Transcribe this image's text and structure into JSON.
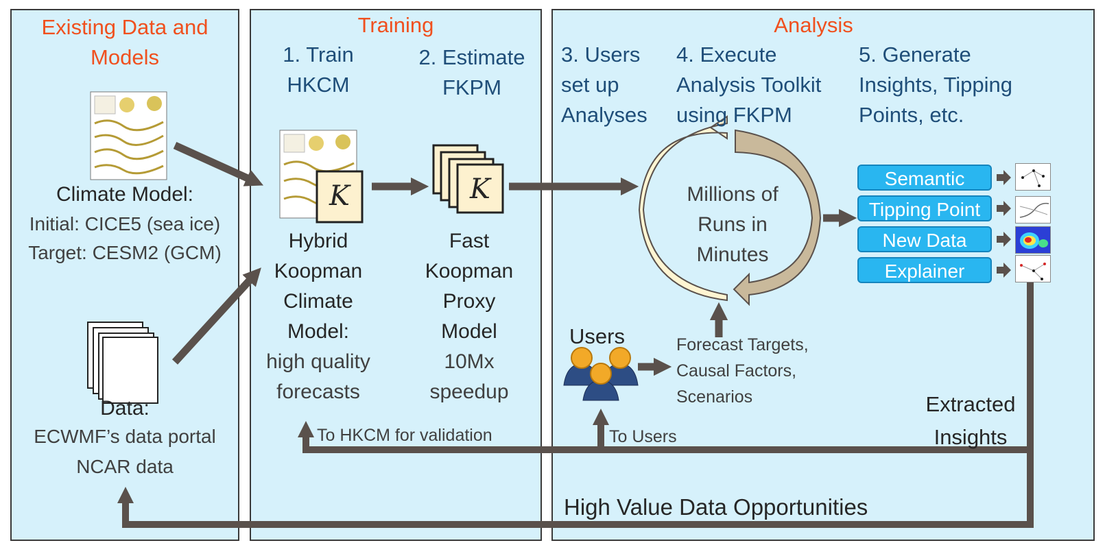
{
  "panels": {
    "existing": {
      "title": "Existing Data and Models",
      "climate_model_label": "Climate Model:",
      "climate_initial": "Initial: CICE5 (sea ice)",
      "climate_target": "Target: CESM2 (GCM)",
      "data_label": "Data:",
      "data_line1": "ECWMF’s data portal",
      "data_line2": "NCAR data"
    },
    "training": {
      "title": "Training",
      "step1": "1. Train HKCM",
      "step2": "2. Estimate FKPM",
      "k_symbol": "K",
      "hkcm_name": "Hybrid Koopman Climate Model:",
      "hkcm_desc": "high quality forecasts",
      "fkpm_name": "Fast Koopman Proxy Model",
      "fkpm_desc": "10Mx speedup",
      "validation_label": "To HKCM for validation"
    },
    "analysis": {
      "title": "Analysis",
      "step3": "3. Users set up Analyses",
      "step4": "4. Execute Analysis Toolkit using FKPM",
      "step5": "5. Generate Insights, Tipping Points, etc.",
      "cycle_text": "Millions of Runs in Minutes",
      "users_label": "Users",
      "inputs": "Forecast Targets, Causal Factors, Scenarios",
      "outputs": [
        "Semantic",
        "Tipping Point",
        "New Data",
        "Explainer"
      ],
      "extracted_insights": "Extracted Insights",
      "to_users_label": "To Users",
      "high_value": "High Value Data Opportunities"
    }
  },
  "colors": {
    "panel_fill": "#d6f1fb",
    "title_orange": "#f0501e",
    "step_blue": "#1f4e79",
    "arrow_gray": "#5a514c",
    "pill_blue": "#29b6f0",
    "cycle_beige": "#fff5d2",
    "cycle_tan": "#c9b99b"
  }
}
